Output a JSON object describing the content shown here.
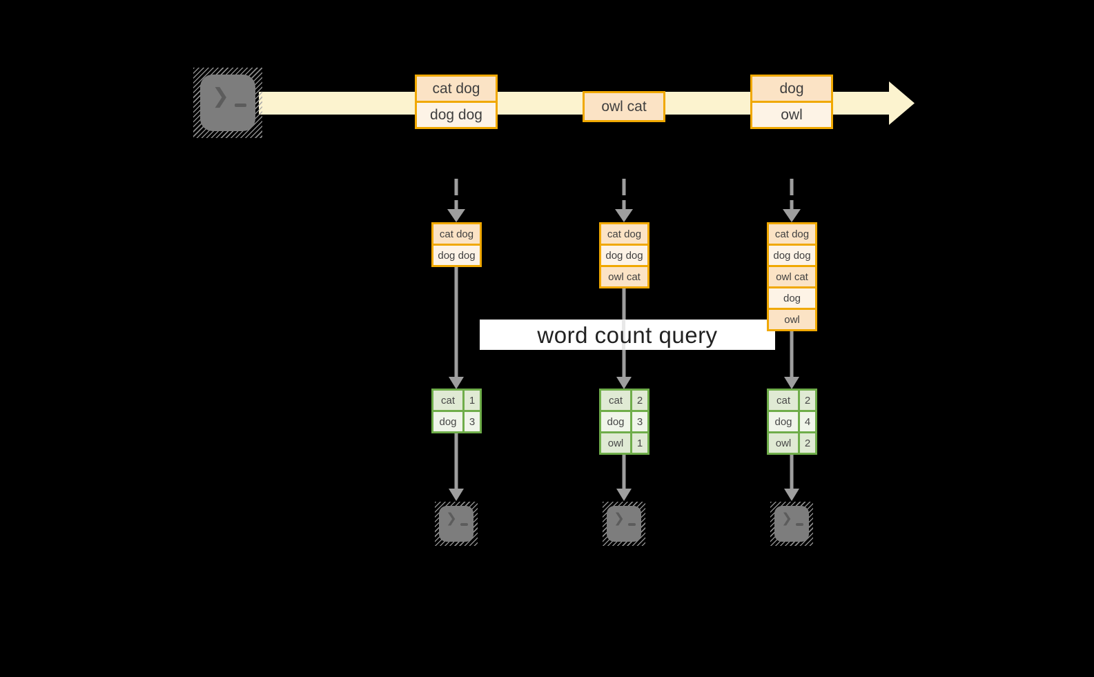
{
  "query": {
    "label": "word count query"
  },
  "stream": {
    "boxes": [
      {
        "cells": [
          "cat dog",
          "dog dog"
        ]
      },
      {
        "cells": [
          "owl cat"
        ]
      },
      {
        "cells": [
          "dog",
          "owl"
        ]
      }
    ]
  },
  "columns": [
    {
      "state_cells": [
        "cat dog",
        "dog dog"
      ],
      "counts": [
        {
          "word": "cat",
          "count": "1"
        },
        {
          "word": "dog",
          "count": "3"
        }
      ]
    },
    {
      "state_cells": [
        "cat dog",
        "dog dog",
        "owl cat"
      ],
      "counts": [
        {
          "word": "cat",
          "count": "2"
        },
        {
          "word": "dog",
          "count": "3"
        },
        {
          "word": "owl",
          "count": "1"
        }
      ]
    },
    {
      "state_cells": [
        "cat dog",
        "dog dog",
        "owl cat",
        "dog",
        "owl"
      ],
      "counts": [
        {
          "word": "cat",
          "count": "2"
        },
        {
          "word": "dog",
          "count": "4"
        },
        {
          "word": "owl",
          "count": "2"
        }
      ]
    }
  ],
  "icons": {
    "source": "terminal-prompt-icon",
    "sinks": [
      "terminal-prompt-icon",
      "terminal-prompt-icon",
      "terminal-prompt-icon"
    ],
    "stream_arrow": "right-arrow",
    "flow_arrows": "down-arrow"
  },
  "colors": {
    "background": "#000000",
    "stream_band": "#fcf3cf",
    "record_border": "#f0a800",
    "record_fill_dark": "#fbe3c5",
    "record_fill_light": "#fdf3e6",
    "table_border": "#6fad4a",
    "table_fill_dark": "#e0ead4",
    "table_fill_light": "#f0f5ea",
    "arrow_gray": "#9e9e9e",
    "terminal_gray": "#7d7d7d",
    "query_band_bg": "#ffffff",
    "text": "#3f3f3f"
  }
}
